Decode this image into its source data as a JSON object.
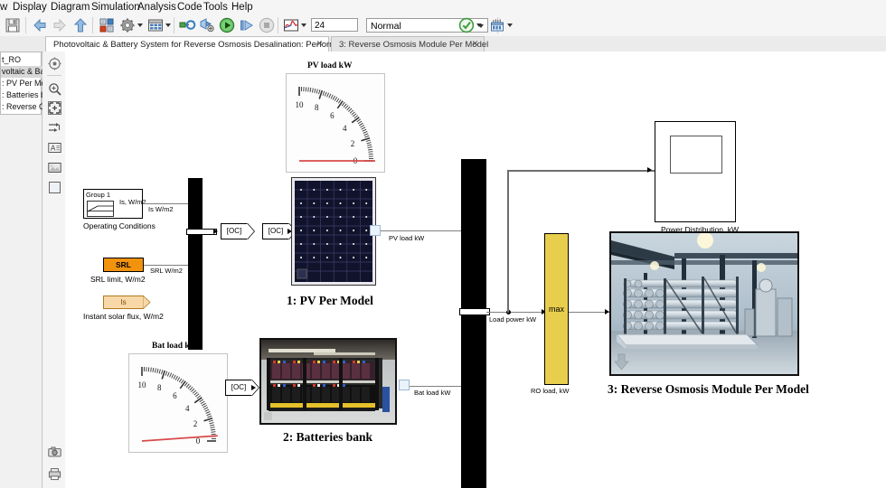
{
  "window": {
    "menu_items": [
      "w",
      "Display",
      "Diagram",
      "Simulation",
      "Analysis",
      "Code",
      "Tools",
      "Help"
    ]
  },
  "toolbar": {
    "icons": [
      "save-icon",
      "back-arrow-icon",
      "forward-arrow-icon",
      "up-arrow-icon",
      "library-browser-icon",
      "model-configuration-icon",
      "model-explorer-icon",
      "update-diagram-icon",
      "build-model-icon",
      "run-icon",
      "step-forward-icon",
      "stop-icon",
      "scope-viewer-icon",
      "model-advisor-icon",
      "data-inspector-icon"
    ],
    "stop_time_value": "24",
    "sim_mode_value": "Normal"
  },
  "tabs": [
    {
      "label": "Photovoltaic & Battery System for Reverse Osmosis Desalination: Performance Model",
      "close": "✕",
      "active": true
    },
    {
      "label": "3: Reverse Osmosis Module Per Model",
      "close": "✕",
      "active": false
    }
  ],
  "model_browser": {
    "items": [
      "t_RO",
      "voltaic & Batt",
      ": PV Per Mod",
      ": Batteries ba",
      ": Reverse Os"
    ]
  },
  "palette": {
    "items": [
      "navigate-icon",
      "zoom-icon",
      "fit-to-view-icon",
      "signal-routing-icon",
      "annotation-icon",
      "image-icon",
      "area-icon",
      "camera-icon",
      "print-icon"
    ]
  },
  "canvas": {
    "pv_gauge": {
      "title": "PV load kW",
      "ticks": [
        "0",
        "2",
        "4",
        "6",
        "8",
        "10"
      ],
      "value": 0,
      "min": 0,
      "max": 10,
      "needle_color": "#d94a4a"
    },
    "bat_gauge": {
      "title": "Bat load kW",
      "ticks": [
        "0",
        "2",
        "4",
        "6",
        "8",
        "10"
      ],
      "value": 0.45,
      "min": 0,
      "max": 10,
      "needle_color": "#d94a4a"
    },
    "group_block": {
      "title": "Group 1",
      "port_label": "Is, W/m2",
      "caption": "Operating Conditions"
    },
    "srl_block": {
      "label": "SRL",
      "caption": "SRL limit, W/m2",
      "color": "#f2930d"
    },
    "is_block": {
      "label": "Is",
      "caption": "Instant solar flux, W/m2",
      "color": "#f8d8a8"
    },
    "signals": {
      "is_wm2": "Is W/m2",
      "srl_wm2": "SRL W/m2",
      "pv_load_kw": "PV load kW",
      "bat_load_kw": "Bat load kW",
      "load_power_kw": "Load  power kW"
    },
    "tags": {
      "oc_goto": "[OC]",
      "oc_from_pv": "[OC]",
      "oc_from_bat": "[OC]"
    },
    "pv_block": {
      "caption": "1: PV Per Model"
    },
    "bat_block": {
      "caption": "2: Batteries bank"
    },
    "ro_block": {
      "caption": "3: Reverse Osmosis Module Per Model"
    },
    "max_block": {
      "label": "max",
      "caption": "RO load, kW",
      "color": "#e8ce4d"
    },
    "scope_block": {
      "caption": "Power Distribution, kW"
    }
  }
}
